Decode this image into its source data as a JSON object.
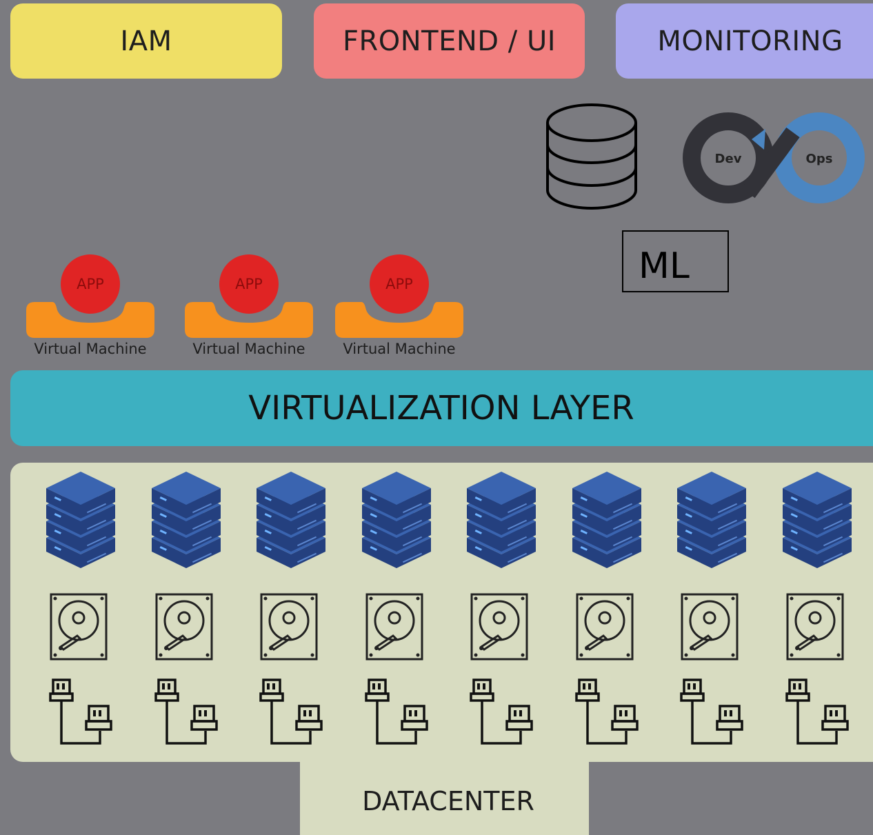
{
  "top_services": {
    "iam": "IAM",
    "frontend": "FRONTEND / UI",
    "monitoring": "MONITORING"
  },
  "icons": {
    "database": "database-icon",
    "devops": "devops-logo"
  },
  "devops": {
    "dev": "Dev",
    "ops": "Ops"
  },
  "ml_label": "ML",
  "virtual_machines": [
    {
      "app": "APP",
      "label": "Virtual Machine"
    },
    {
      "app": "APP",
      "label": "Virtual Machine"
    },
    {
      "app": "APP",
      "label": "Virtual Machine"
    }
  ],
  "virtualization_layer": "VIRTUALIZATION LAYER",
  "datacenter": {
    "label": "DATACENTER",
    "columns": 8,
    "icons": [
      "server-stack-icon",
      "hard-drive-icon",
      "network-cable-icon"
    ]
  },
  "colors": {
    "background": "#7b7b80",
    "iam": "#efdf66",
    "frontend": "#f27f7f",
    "monitoring": "#a9a7ec",
    "virtualization": "#3db0c1",
    "datacenter": "#d8dcc1",
    "app_circle": "#e02424",
    "vm_tray": "#f7911e",
    "server": "#2f5597"
  }
}
